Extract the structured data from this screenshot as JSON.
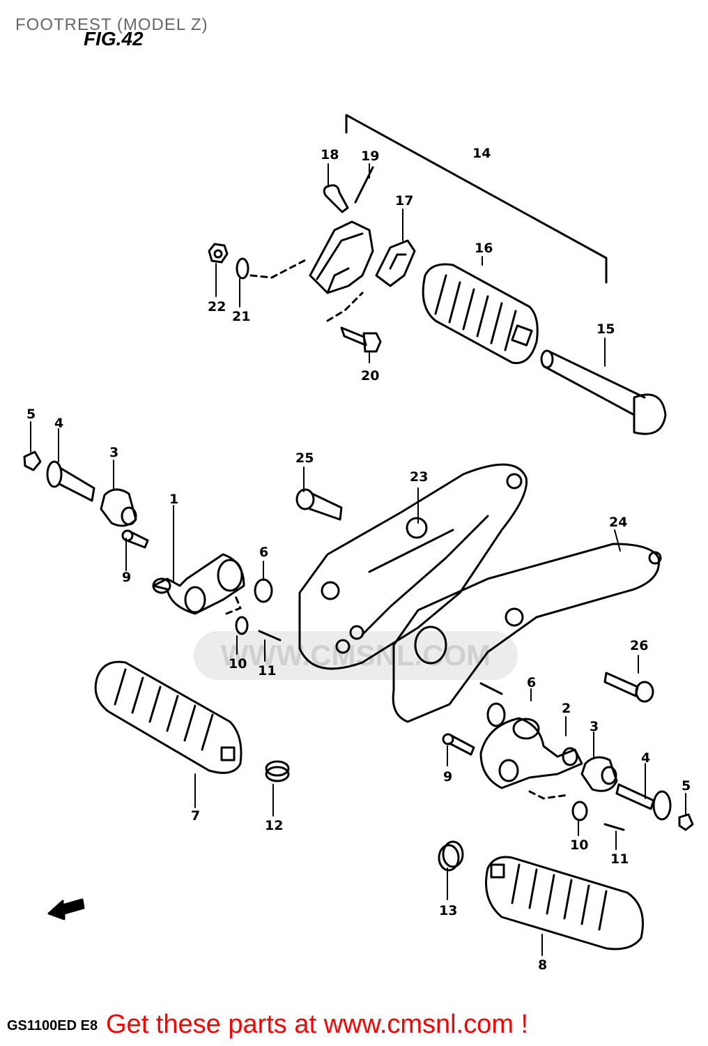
{
  "header": {
    "title": "FOOTREST (MODEL Z)",
    "figure_label": "FIG.42",
    "model_code": "GS1100ED E8"
  },
  "watermark": {
    "text": "WWW.CMSNL.COM"
  },
  "promo": {
    "text": "Get these parts at www.cmsnl.com !",
    "color": "#ff0000"
  },
  "callouts": {
    "c1": "1",
    "c2": "2",
    "c3a": "3",
    "c3b": "3",
    "c4a": "4",
    "c4b": "4",
    "c5a": "5",
    "c5b": "5",
    "c6a": "6",
    "c6b": "6",
    "c7": "7",
    "c8": "8",
    "c9a": "9",
    "c9b": "9",
    "c10a": "10",
    "c10b": "10",
    "c11a": "11",
    "c11b": "11",
    "c12": "12",
    "c13": "13",
    "c14": "14",
    "c15": "15",
    "c16": "16",
    "c17": "17",
    "c18": "18",
    "c19": "19",
    "c20": "20",
    "c21": "21",
    "c22": "22",
    "c23": "23",
    "c24": "24",
    "c25": "25",
    "c26": "26"
  },
  "direction_arrow": {
    "text": "FWD"
  }
}
